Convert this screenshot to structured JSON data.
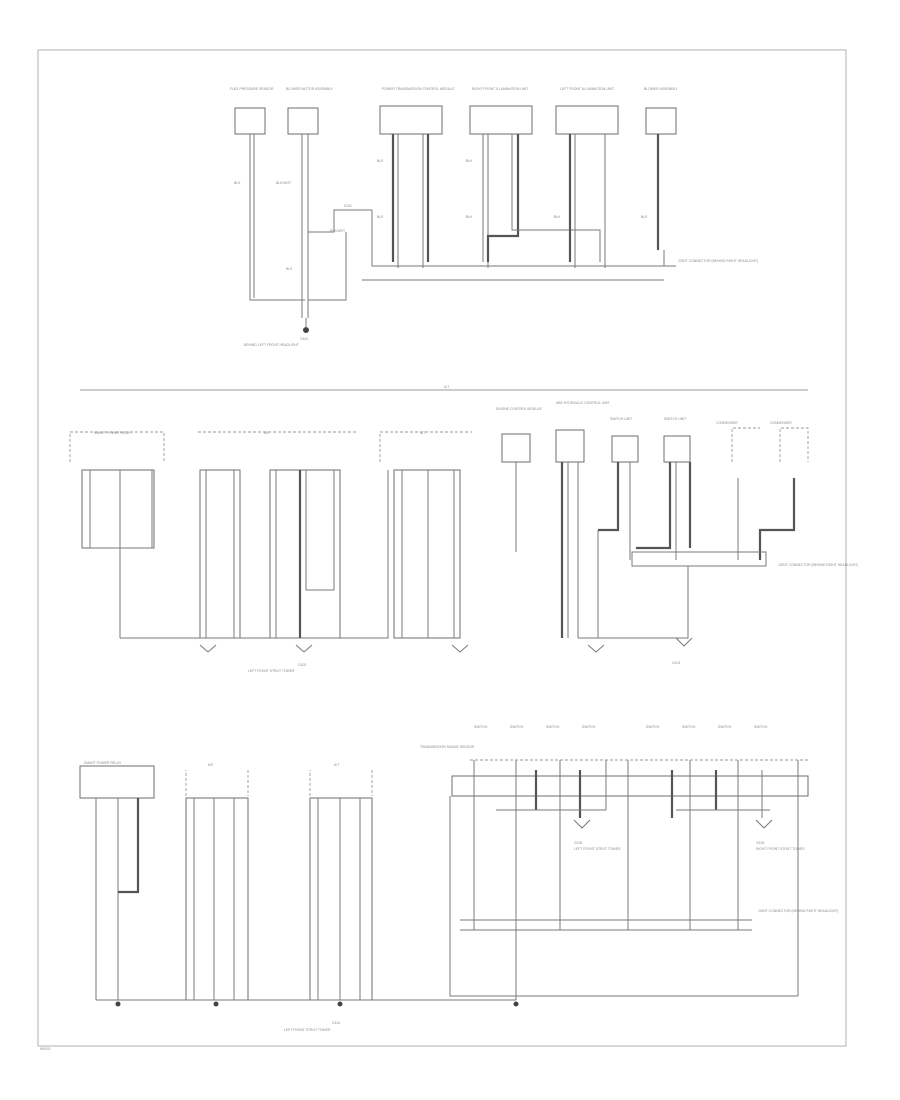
{
  "diagram": {
    "top_section": {
      "components": [
        {
          "label": "FUEL PRESSURE SENSOR"
        },
        {
          "label": "BLOWER MOTOR ASSEMBLY"
        },
        {
          "label": "POWER TRANSMISSION CONTROL MODULE"
        },
        {
          "label": "RIGHT FRONT ILLUMINATION UNIT"
        },
        {
          "label": "LEFT FRONT ILLUMINATION UNIT"
        },
        {
          "label": "BLOWER ASSEMBLY"
        }
      ],
      "wire_labels": [
        "BLK",
        "BLK/WHT",
        "BLK",
        "BLK/WHT",
        "BLK",
        "BLK",
        "BLK",
        "BLK",
        "BLK",
        "BLK"
      ],
      "ground_label": "G101",
      "ground_desc": "BEHIND LEFT FRONT HEADLIGHT",
      "splice_label": "S101",
      "connector_note": "JOINT CONNECTOR (BEHIND RIGHT HEADLIGHT)"
    },
    "middle_section": {
      "divider_label": "A/T",
      "groups": [
        {
          "label": "SMART POWER RELAY"
        },
        {
          "label": "M/T"
        },
        {
          "label": "A/T"
        },
        {
          "label": "ENGINE CONTROL MODULE"
        },
        {
          "label": "ABS HYDRAULIC CONTROL UNIT"
        },
        {
          "label": "SWITCH UNIT"
        },
        {
          "label": "SWITCH UNIT"
        },
        {
          "label": "CONDENSER"
        },
        {
          "label": "CONDENSER"
        }
      ],
      "ground_label": "G102",
      "ground_desc": "LEFT FRONT STRUT TOWER",
      "ground2_label": "G103",
      "connector_note": "JOINT CONNECTOR (BEHIND RIGHT HEADLIGHT)"
    },
    "bottom_section": {
      "groups": [
        {
          "label": "SMART POWER RELAY"
        },
        {
          "label": "M/T"
        },
        {
          "label": "A/T"
        },
        {
          "label": "TRANSMISSION RANGE SENSOR"
        }
      ],
      "switch_labels": [
        "SWITCH",
        "SWITCH",
        "SWITCH",
        "SWITCH",
        "SWITCH",
        "SWITCH",
        "SWITCH",
        "SWITCH"
      ],
      "ground_label": "G104",
      "ground_desc": "LEFT FRONT STRUT TOWER",
      "ground_right_label": "G105",
      "ground_right_desc": "RIGHT FRONT STRUT TOWER",
      "ground_left_label": "G106",
      "ground_left_desc": "LEFT FRONT STRUT TOWER",
      "connector_note": "JOINT CONNECTOR (BEHIND RIGHT HEADLIGHT)"
    },
    "footer_code": "W0001"
  }
}
